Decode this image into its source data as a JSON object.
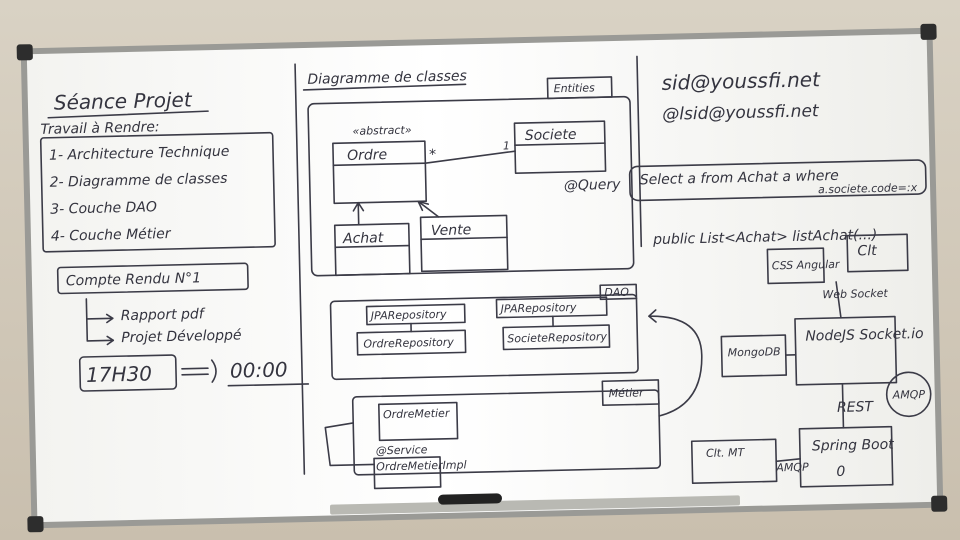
{
  "left_panel": {
    "title": "Séance Projet",
    "subtitle": "Travail à Rendre:",
    "items": [
      "1- Architecture Technique",
      "2- Diagramme de classes",
      "3- Couche DAO",
      "4- Couche Métier"
    ],
    "report_title": "Compte Rendu N°1",
    "report_items": [
      "Rapport pdf",
      "Projet Développé"
    ],
    "deadline_from": "17H30",
    "deadline_to": "00:00"
  },
  "class_diagram": {
    "title": "Diagramme de classes",
    "entities_label": "Entities",
    "stereotype": "«abstract»",
    "classes": [
      "Ordre",
      "Societe",
      "Achat",
      "Vente"
    ],
    "mult_many": "*",
    "mult_one": "1",
    "query_annotation": "@Query",
    "dao_label": "DAO",
    "repositories": [
      "JPARepository",
      "OrdreRepository",
      "JPARepository",
      "SocieteRepository"
    ],
    "metier_label": "Métier",
    "metier_classes": [
      "OrdreMetier",
      "@Service",
      "OrdreMetierImpl"
    ]
  },
  "right_panel": {
    "email_1": "sid@youssfi.net",
    "email_2": "@lsid@youssfi.net",
    "query": "Select a from Achat a where",
    "query_cont": "a.societe.code=:x",
    "method_sig": "public List<Achat> listAchat(...)",
    "boxes": [
      "CSS Angular",
      "Clt",
      "MongoDB",
      "NodeJS Socket.io",
      "Spring Boot",
      "Clt. MT"
    ],
    "web_label": "Web Socket",
    "rest_label": "REST",
    "amqp_label": "AMQP",
    "broker_label": "AMQP",
    "bottom_zero": "0"
  }
}
